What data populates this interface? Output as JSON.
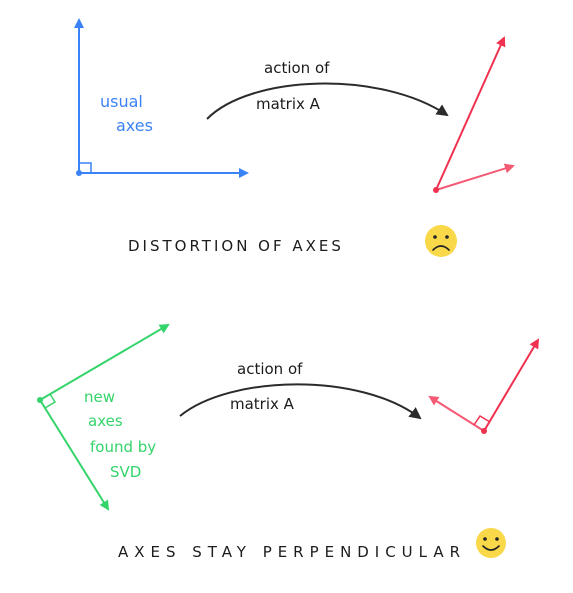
{
  "panels": {
    "top": {
      "axes_label_line1": "usual",
      "axes_label_line2": "axes",
      "arrow_label_line1": "action of",
      "arrow_label_line2": "matrix A",
      "caption": "DISTORTION OF AXES",
      "emoji_icon": "sad-face-icon"
    },
    "bottom": {
      "axes_label_line1": "new",
      "axes_label_line2": "axes",
      "axes_label_line3": "found by",
      "axes_label_line4": "SVD",
      "arrow_label_line1": "action of",
      "arrow_label_line2": "matrix A",
      "caption": "AXES STAY PERPENDICULAR",
      "emoji_icon": "smiley-face-icon"
    }
  },
  "colors": {
    "usual_axes": "#3b82f6",
    "new_axes": "#34d46b",
    "transformed_axes": "#f0314f",
    "transformed_axes_light": "#f45a73",
    "curved_arrow": "#2b2b2b",
    "text": "#1c1c1c",
    "emoji_fill": "#f9d84a"
  }
}
